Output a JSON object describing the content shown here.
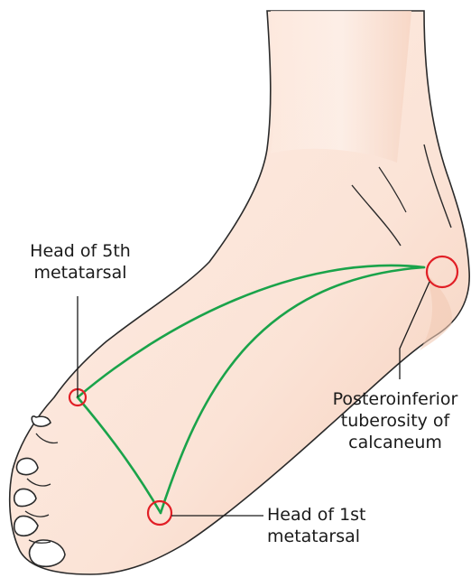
{
  "labels": {
    "head_5th": {
      "line1": "Head of 5th",
      "line2": "metatarsal"
    },
    "head_1st": {
      "line1": "Head of 1st",
      "line2": "metatarsal"
    },
    "calcaneum": {
      "line1": "Posteroinferior",
      "line2": "tuberosity of",
      "line3": "calcaneum"
    }
  },
  "colors": {
    "skin": "#fbe3d6",
    "skin_shadow": "#f2c9b4",
    "outline": "#2a2a2a",
    "arch_lines": "#1aa34a",
    "markers": "#e11f26"
  }
}
